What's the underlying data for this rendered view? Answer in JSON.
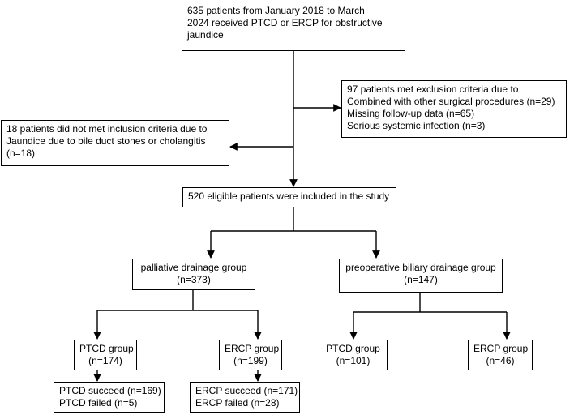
{
  "boxes": {
    "start": [
      "635 patients from January 2018 to March",
      "2024 received PTCD or ERCP for obstructive",
      "jaundice"
    ],
    "exclusion": [
      "97 patients met exclusion criteria due to",
      "Combined with other surgical procedures (n=29)",
      "Missing follow-up data (n=65)",
      "Serious systemic infection (n=3)"
    ],
    "inclusion_fail": [
      "18 patients did not met inclusion criteria due to",
      "Jaundice due to bile duct stones or cholangitis",
      "(n=18)"
    ],
    "eligible": [
      "520 eligible patients were included in the study"
    ],
    "palliative": [
      "palliative drainage group",
      "(n=373)"
    ],
    "preoperative": [
      "preoperative biliary drainage group",
      "(n=147)"
    ],
    "pal_ptcd": [
      "PTCD group",
      "(n=174)"
    ],
    "pal_ercp": [
      "ERCP group",
      "(n=199)"
    ],
    "pre_ptcd": [
      "PTCD group",
      "(n=101)"
    ],
    "pre_ercp": [
      "ERCP group",
      "(n=46)"
    ],
    "ptcd_outcome": [
      "PTCD succeed (n=169)",
      "PTCD failed (n=5)"
    ],
    "ercp_outcome": [
      "ERCP succeed (n=171)",
      "ERCP failed (n=28)"
    ]
  }
}
